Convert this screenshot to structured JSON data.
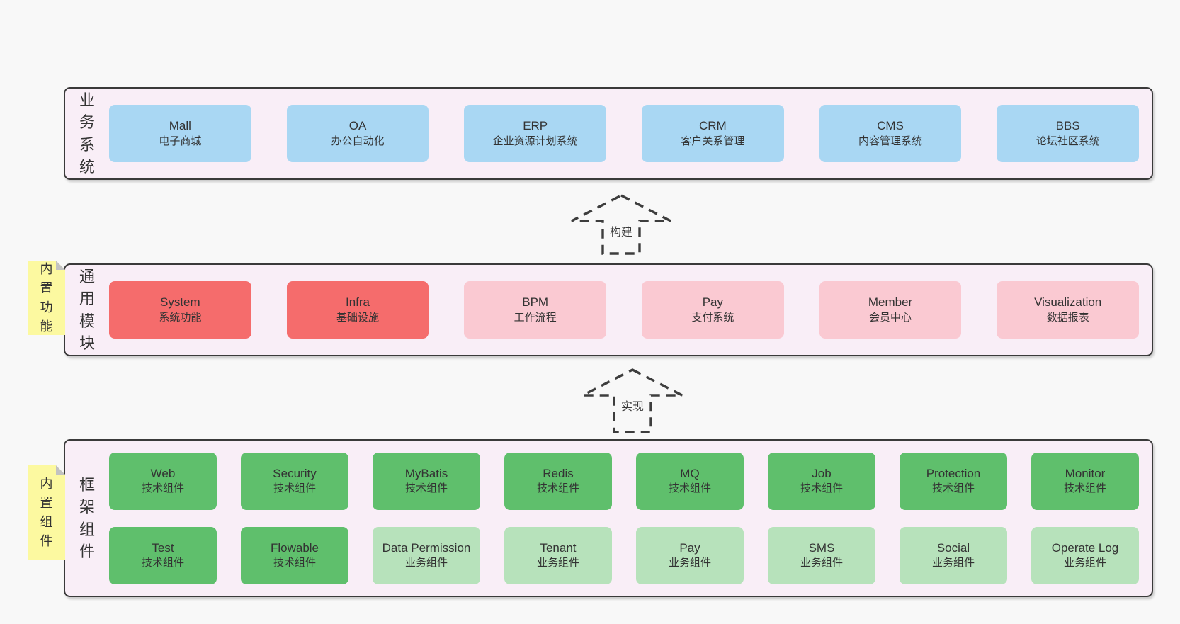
{
  "palette": {
    "canvas_bg": "#f8f8f8",
    "container_bg": "#f9eef7",
    "container_border": "#3a3a3a",
    "business_blue": "#a9d7f3",
    "core_red": "#f56c6c",
    "extension_pink": "#fac9d2",
    "tech_green_dark": "#5fbf6c",
    "biz_green_light": "#b7e2bb",
    "note_yellow": "#fcf9a0",
    "arrow_dash": "#3d3d3d",
    "text": "#3a3a3a"
  },
  "arrows": {
    "build": "构建",
    "implement": "实现"
  },
  "sections": {
    "business": {
      "label": "业务系统",
      "boxes": [
        {
          "title": "Mall",
          "subtitle": "电子商城"
        },
        {
          "title": "OA",
          "subtitle": "办公自动化"
        },
        {
          "title": "ERP",
          "subtitle": "企业资源计划系统"
        },
        {
          "title": "CRM",
          "subtitle": "客户关系管理"
        },
        {
          "title": "CMS",
          "subtitle": "内容管理系统"
        },
        {
          "title": "BBS",
          "subtitle": "论坛社区系统"
        }
      ]
    },
    "modules": {
      "label": "通用模块",
      "note": "内置功能",
      "boxes": [
        {
          "title": "System",
          "subtitle": "系统功能",
          "type": "core"
        },
        {
          "title": "Infra",
          "subtitle": "基础设施",
          "type": "core"
        },
        {
          "title": "BPM",
          "subtitle": "工作流程",
          "type": "extension"
        },
        {
          "title": "Pay",
          "subtitle": "支付系统",
          "type": "extension"
        },
        {
          "title": "Member",
          "subtitle": "会员中心",
          "type": "extension"
        },
        {
          "title": "Visualization",
          "subtitle": "数据报表",
          "type": "extension"
        }
      ]
    },
    "framework": {
      "label": "框架组件",
      "note": "内置组件",
      "rows": [
        [
          {
            "title": "Web",
            "subtitle": "技术组件",
            "type": "tech"
          },
          {
            "title": "Security",
            "subtitle": "技术组件",
            "type": "tech"
          },
          {
            "title": "MyBatis",
            "subtitle": "技术组件",
            "type": "tech"
          },
          {
            "title": "Redis",
            "subtitle": "技术组件",
            "type": "tech"
          },
          {
            "title": "MQ",
            "subtitle": "技术组件",
            "type": "tech"
          },
          {
            "title": "Job",
            "subtitle": "技术组件",
            "type": "tech"
          },
          {
            "title": "Protection",
            "subtitle": "技术组件",
            "type": "tech"
          },
          {
            "title": "Monitor",
            "subtitle": "技术组件",
            "type": "tech"
          }
        ],
        [
          {
            "title": "Test",
            "subtitle": "技术组件",
            "type": "tech"
          },
          {
            "title": "Flowable",
            "subtitle": "技术组件",
            "type": "tech"
          },
          {
            "title": "Data Permission",
            "subtitle": "业务组件",
            "type": "biz"
          },
          {
            "title": "Tenant",
            "subtitle": "业务组件",
            "type": "biz"
          },
          {
            "title": "Pay",
            "subtitle": "业务组件",
            "type": "biz"
          },
          {
            "title": "SMS",
            "subtitle": "业务组件",
            "type": "biz"
          },
          {
            "title": "Social",
            "subtitle": "业务组件",
            "type": "biz"
          },
          {
            "title": "Operate Log",
            "subtitle": "业务组件",
            "type": "biz"
          }
        ]
      ]
    }
  }
}
